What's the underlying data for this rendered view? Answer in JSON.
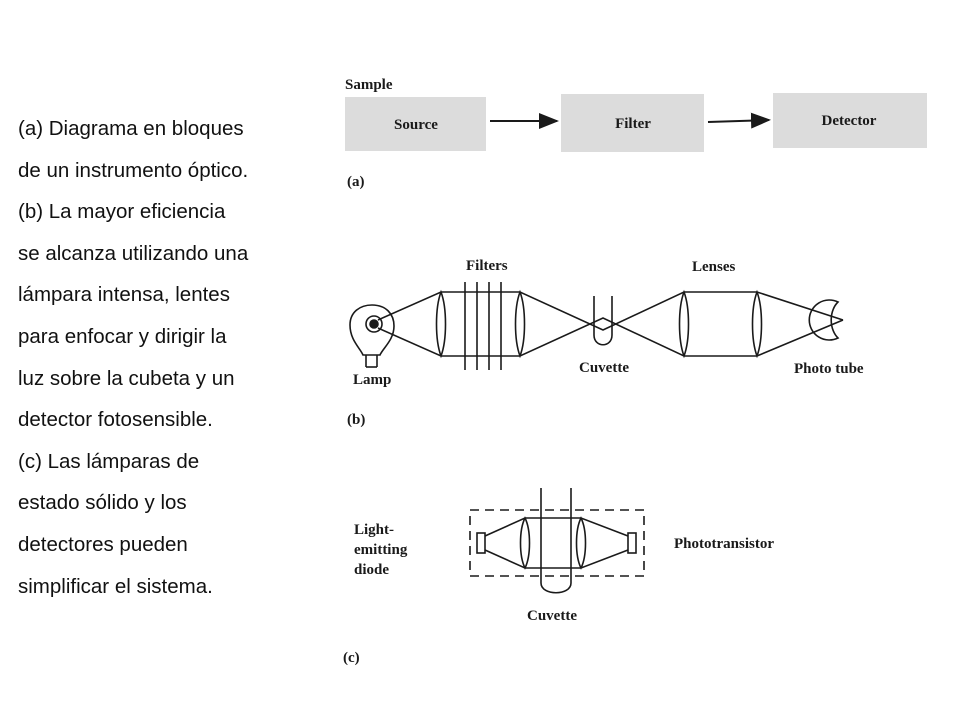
{
  "caption_lines": [
    "(a) Diagrama en bloques",
    "de un instrumento óptico.",
    "(b) La mayor eficiencia",
    "se alcanza utilizando una",
    "lámpara intensa, lentes",
    "para enfocar y dirigir la",
    "luz sobre la cubeta y un",
    "detector fotosensible.",
    "(c) Las lámparas de",
    "estado sólido y los",
    "detectores pueden",
    "simplificar el sistema."
  ],
  "panel_a": {
    "sample_label": "Sample",
    "blocks": [
      "Source",
      "Filter",
      "Detector"
    ],
    "tag": "(a)"
  },
  "panel_b": {
    "filters_label": "Filters",
    "lenses_label": "Lenses",
    "lamp_label": "Lamp",
    "cuvette_label": "Cuvette",
    "phototube_label": "Photo tube",
    "tag": "(b)"
  },
  "panel_c": {
    "led_label": [
      "Light-",
      "emitting",
      "diode"
    ],
    "phototransistor_label": "Phototransistor",
    "cuvette_label": "Cuvette",
    "tag": "(c)"
  },
  "colors": {
    "block_fill": "#dcdcdc",
    "line": "#1a1a1a"
  }
}
